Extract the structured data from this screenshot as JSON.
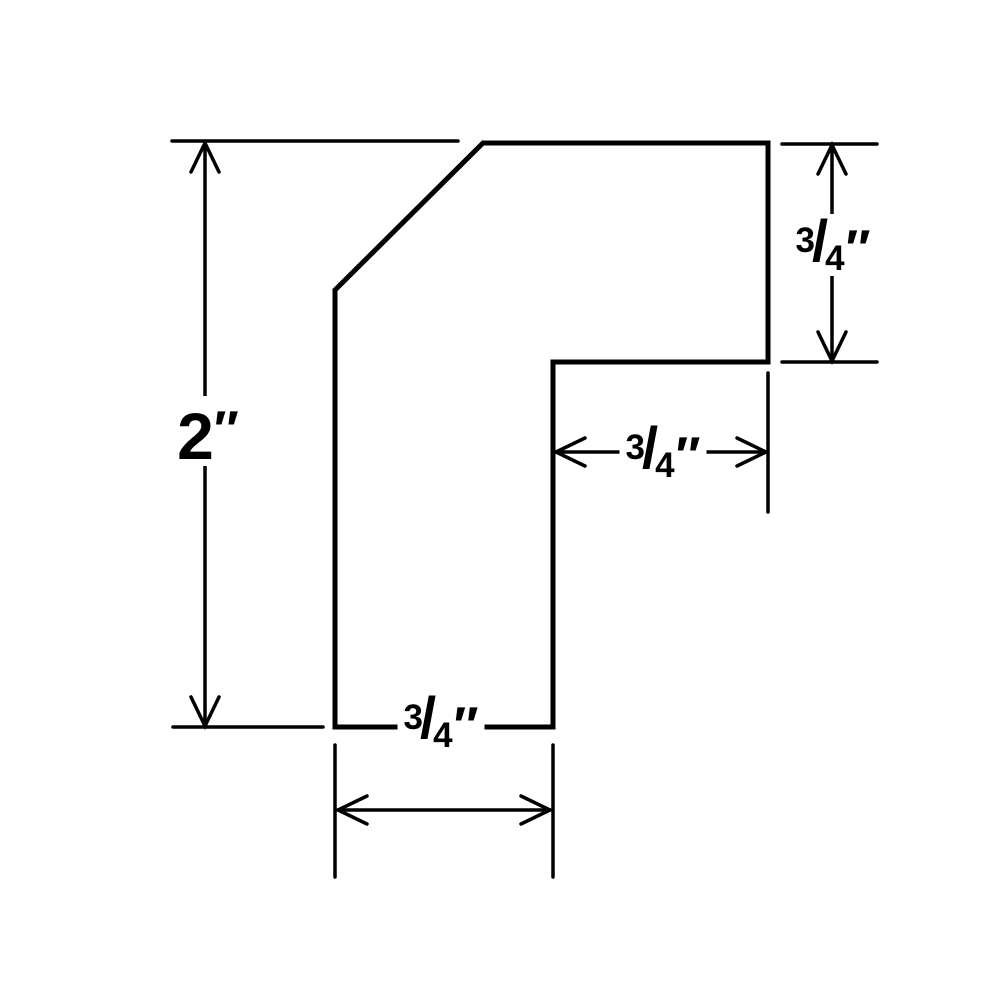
{
  "diagram": {
    "background_color": "#ffffff",
    "line_color": "#000000",
    "fraction_separator": "/"
  },
  "measurements": {
    "overall_height": {
      "value": "2",
      "unit": "″"
    },
    "flange_thickness": {
      "numerator": "3",
      "denominator": "4",
      "unit": "″"
    },
    "flange_inner_width": {
      "numerator": "3",
      "denominator": "4",
      "unit": "″"
    },
    "leg_width": {
      "numerator": "3",
      "denominator": "4",
      "unit": "″"
    }
  }
}
